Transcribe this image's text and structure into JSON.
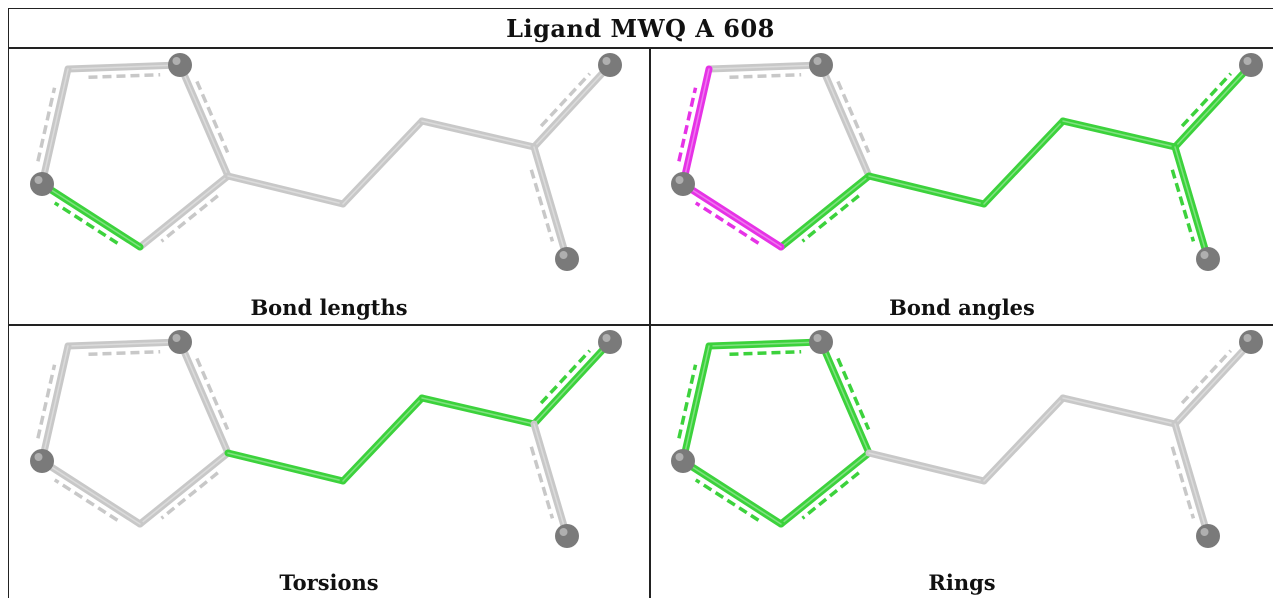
{
  "title": "Ligand MWQ A 608",
  "colors": {
    "highlight": "#3cd23c",
    "outlier": "#e632e6",
    "neutral": "#c8c8c8",
    "atom": "#7a7a7a"
  },
  "panels": [
    {
      "caption": "Bond lengths",
      "highlight": [
        "b_C3C2"
      ]
    },
    {
      "caption": "Bond angles",
      "highlight": [
        "b_C2C1",
        "b_C1C5",
        "b_C5C4",
        "b_C4C6",
        "b_C6C7",
        "b_C7C8",
        "b_C8C9",
        "b_C9C10",
        "b_C9C11"
      ],
      "outlier": [
        "b_C2C1",
        "b_C1C5"
      ]
    },
    {
      "caption": "Torsions",
      "highlight": [
        "b_C4C6",
        "b_C6C7",
        "b_C7C8",
        "b_C8C9"
      ]
    },
    {
      "caption": "Rings",
      "highlight": [
        "b_C1C2",
        "b_C2C3",
        "b_C3C4",
        "b_C4C5",
        "b_C5C1"
      ]
    }
  ]
}
